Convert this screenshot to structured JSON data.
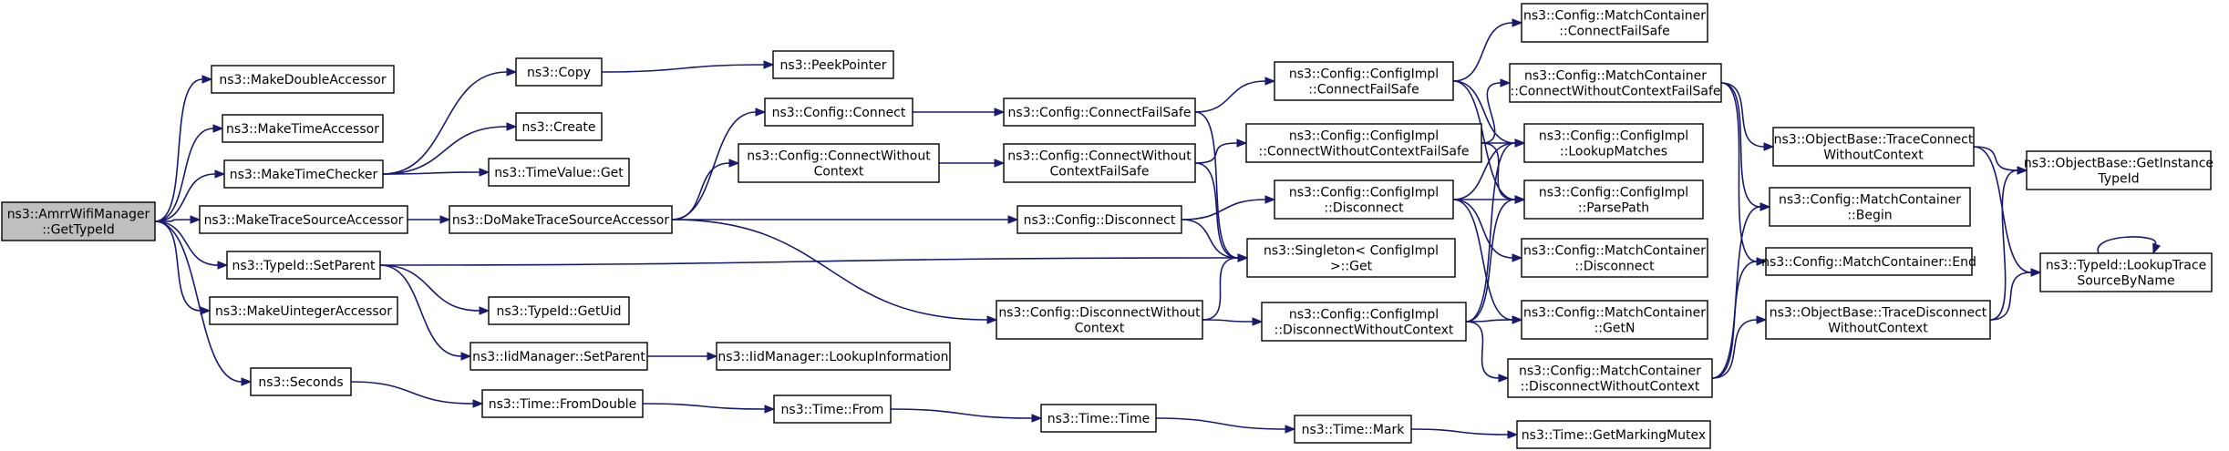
{
  "nodes": [
    {
      "id": "root",
      "lines": [
        "ns3::AmrrWifiManager",
        "::GetTypeId"
      ],
      "root": true
    },
    {
      "id": "makeDouble",
      "lines": [
        "ns3::MakeDoubleAccessor"
      ]
    },
    {
      "id": "makeTimeAcc",
      "lines": [
        "ns3::MakeTimeAccessor"
      ]
    },
    {
      "id": "makeTimeChk",
      "lines": [
        "ns3::MakeTimeChecker"
      ]
    },
    {
      "id": "makeTrace",
      "lines": [
        "ns3::MakeTraceSourceAccessor"
      ]
    },
    {
      "id": "setParent",
      "lines": [
        "ns3::TypeId::SetParent"
      ]
    },
    {
      "id": "makeUint",
      "lines": [
        "ns3::MakeUintegerAccessor"
      ]
    },
    {
      "id": "seconds",
      "lines": [
        "ns3::Seconds"
      ]
    },
    {
      "id": "copy",
      "lines": [
        "ns3::Copy"
      ]
    },
    {
      "id": "create",
      "lines": [
        "ns3::Create"
      ]
    },
    {
      "id": "timeValueGet",
      "lines": [
        "ns3::TimeValue::Get"
      ]
    },
    {
      "id": "doMakeTrace",
      "lines": [
        "ns3::DoMakeTraceSourceAccessor"
      ]
    },
    {
      "id": "getUid",
      "lines": [
        "ns3::TypeId::GetUid"
      ]
    },
    {
      "id": "iidSetParent",
      "lines": [
        "ns3::IidManager::SetParent"
      ]
    },
    {
      "id": "fromDouble",
      "lines": [
        "ns3::Time::FromDouble"
      ]
    },
    {
      "id": "peekPointer",
      "lines": [
        "ns3::PeekPointer"
      ]
    },
    {
      "id": "iidLookupInfo",
      "lines": [
        "ns3::IidManager::LookupInformation"
      ]
    },
    {
      "id": "cfgConnect",
      "lines": [
        "ns3::Config::Connect"
      ]
    },
    {
      "id": "cfgConnectWo",
      "lines": [
        "ns3::Config::ConnectWithout",
        "Context"
      ]
    },
    {
      "id": "timeFrom",
      "lines": [
        "ns3::Time::From"
      ]
    },
    {
      "id": "cfgDisconnectWo",
      "lines": [
        "ns3::Config::DisconnectWithout",
        "Context"
      ]
    },
    {
      "id": "cfgConnectFail",
      "lines": [
        "ns3::Config::ConnectFailSafe"
      ]
    },
    {
      "id": "cfgConnectWoFail",
      "lines": [
        "ns3::Config::ConnectWithout",
        "ContextFailSafe"
      ]
    },
    {
      "id": "cfgDisconnect",
      "lines": [
        "ns3::Config::Disconnect"
      ]
    },
    {
      "id": "timeTime",
      "lines": [
        "ns3::Time::Time"
      ]
    },
    {
      "id": "implConnectFail",
      "lines": [
        "ns3::Config::ConfigImpl",
        "::ConnectFailSafe"
      ]
    },
    {
      "id": "implConnectWoFail",
      "lines": [
        "ns3::Config::ConfigImpl",
        "::ConnectWithoutContextFailSafe"
      ]
    },
    {
      "id": "implDisconnect",
      "lines": [
        "ns3::Config::ConfigImpl",
        "::Disconnect"
      ]
    },
    {
      "id": "singletonGet",
      "lines": [
        "ns3::Singleton< ConfigImpl",
        " >::Get"
      ]
    },
    {
      "id": "implDisconnectWo",
      "lines": [
        "ns3::Config::ConfigImpl",
        "::DisconnectWithoutContext"
      ]
    },
    {
      "id": "timeMark",
      "lines": [
        "ns3::Time::Mark"
      ]
    },
    {
      "id": "mcConnectFail",
      "lines": [
        "ns3::Config::MatchContainer",
        "::ConnectFailSafe"
      ]
    },
    {
      "id": "mcConnectWoFail",
      "lines": [
        "ns3::Config::MatchContainer",
        "::ConnectWithoutContextFailSafe"
      ]
    },
    {
      "id": "implLookupMatches",
      "lines": [
        "ns3::Config::ConfigImpl",
        "::LookupMatches"
      ]
    },
    {
      "id": "implParsePath",
      "lines": [
        "ns3::Config::ConfigImpl",
        "::ParsePath"
      ]
    },
    {
      "id": "mcDisconnect",
      "lines": [
        "ns3::Config::MatchContainer",
        "::Disconnect"
      ]
    },
    {
      "id": "mcGetN",
      "lines": [
        "ns3::Config::MatchContainer",
        "::GetN"
      ]
    },
    {
      "id": "mcDisconnectWo",
      "lines": [
        "ns3::Config::MatchContainer",
        "::DisconnectWithoutContext"
      ]
    },
    {
      "id": "timeGetMutex",
      "lines": [
        "ns3::Time::GetMarkingMutex"
      ]
    },
    {
      "id": "obTraceConnectWo",
      "lines": [
        "ns3::ObjectBase::TraceConnect",
        "WithoutContext"
      ]
    },
    {
      "id": "mcBegin",
      "lines": [
        "ns3::Config::MatchContainer",
        "::Begin"
      ]
    },
    {
      "id": "mcEnd",
      "lines": [
        "ns3::Config::MatchContainer::End"
      ]
    },
    {
      "id": "obTraceDisconnectWo",
      "lines": [
        "ns3::ObjectBase::TraceDisconnect",
        "WithoutContext"
      ]
    },
    {
      "id": "obGetInstance",
      "lines": [
        "ns3::ObjectBase::GetInstance",
        "TypeId"
      ]
    },
    {
      "id": "lookupTraceSource",
      "lines": [
        "ns3::TypeId::LookupTrace",
        "SourceByName"
      ]
    }
  ],
  "edges": [
    [
      "root",
      "makeDouble"
    ],
    [
      "root",
      "makeTimeAcc"
    ],
    [
      "root",
      "makeTimeChk"
    ],
    [
      "root",
      "makeTrace"
    ],
    [
      "root",
      "setParent"
    ],
    [
      "root",
      "makeUint"
    ],
    [
      "root",
      "seconds"
    ],
    [
      "makeTimeChk",
      "copy"
    ],
    [
      "makeTimeChk",
      "create"
    ],
    [
      "makeTimeChk",
      "timeValueGet"
    ],
    [
      "copy",
      "peekPointer"
    ],
    [
      "makeTrace",
      "doMakeTrace"
    ],
    [
      "doMakeTrace",
      "cfgConnect"
    ],
    [
      "doMakeTrace",
      "cfgConnectWo"
    ],
    [
      "doMakeTrace",
      "cfgDisconnect"
    ],
    [
      "doMakeTrace",
      "cfgDisconnectWo"
    ],
    [
      "setParent",
      "singletonGet"
    ],
    [
      "setParent",
      "getUid"
    ],
    [
      "setParent",
      "iidSetParent"
    ],
    [
      "iidSetParent",
      "iidLookupInfo"
    ],
    [
      "seconds",
      "fromDouble"
    ],
    [
      "fromDouble",
      "timeFrom"
    ],
    [
      "timeFrom",
      "timeTime"
    ],
    [
      "timeTime",
      "timeMark"
    ],
    [
      "timeMark",
      "timeGetMutex"
    ],
    [
      "cfgConnect",
      "cfgConnectFail"
    ],
    [
      "cfgConnectWo",
      "cfgConnectWoFail"
    ],
    [
      "cfgConnectFail",
      "implConnectFail"
    ],
    [
      "cfgConnectFail",
      "singletonGet"
    ],
    [
      "cfgConnectWoFail",
      "implConnectWoFail"
    ],
    [
      "cfgConnectWoFail",
      "singletonGet"
    ],
    [
      "cfgDisconnect",
      "implDisconnect"
    ],
    [
      "cfgDisconnect",
      "singletonGet"
    ],
    [
      "cfgDisconnectWo",
      "singletonGet"
    ],
    [
      "cfgDisconnectWo",
      "implDisconnectWo"
    ],
    [
      "implConnectFail",
      "mcConnectFail"
    ],
    [
      "implConnectFail",
      "implLookupMatches"
    ],
    [
      "implConnectFail",
      "implParsePath"
    ],
    [
      "implConnectWoFail",
      "mcConnectWoFail"
    ],
    [
      "implConnectWoFail",
      "implLookupMatches"
    ],
    [
      "implConnectWoFail",
      "implParsePath"
    ],
    [
      "implDisconnect",
      "implLookupMatches"
    ],
    [
      "implDisconnect",
      "implParsePath"
    ],
    [
      "implDisconnect",
      "mcDisconnect"
    ],
    [
      "implDisconnect",
      "mcGetN"
    ],
    [
      "implDisconnectWo",
      "implLookupMatches"
    ],
    [
      "implDisconnectWo",
      "implParsePath"
    ],
    [
      "implDisconnectWo",
      "mcGetN"
    ],
    [
      "implDisconnectWo",
      "mcDisconnectWo"
    ],
    [
      "mcConnectWoFail",
      "obTraceConnectWo"
    ],
    [
      "mcConnectWoFail",
      "mcBegin"
    ],
    [
      "mcConnectWoFail",
      "mcEnd"
    ],
    [
      "mcDisconnectWo",
      "mcBegin"
    ],
    [
      "mcDisconnectWo",
      "mcEnd"
    ],
    [
      "mcDisconnectWo",
      "obTraceDisconnectWo"
    ],
    [
      "obTraceConnectWo",
      "obGetInstance"
    ],
    [
      "obTraceConnectWo",
      "lookupTraceSource"
    ],
    [
      "obTraceDisconnectWo",
      "obGetInstance"
    ],
    [
      "obTraceDisconnectWo",
      "lookupTraceSource"
    ],
    [
      "lookupTraceSource",
      "lookupTraceSource"
    ]
  ]
}
